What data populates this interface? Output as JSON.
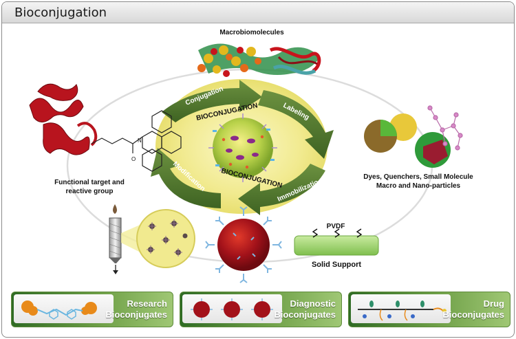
{
  "title": "Bioconjugation",
  "labels": {
    "macrobiomolecules": "Macrobiomolecules",
    "functional_target_1": "Functional target and",
    "functional_target_2": "reactive group",
    "dyes_1": "Dyes, Quenchers, Small Molecule",
    "dyes_2": "Macro and Nano-particles",
    "pvdf": "PVDF",
    "solid_support": "Solid Support"
  },
  "cycle": {
    "conjugation": "Conjugation",
    "labeling": "Labeling",
    "immobilization": "Immobilizatio",
    "modification": "Modification",
    "center_top": "BIOCONJUGATION",
    "center_bottom": "BIOCONJUGATION"
  },
  "bottom": [
    {
      "line1": "Research",
      "line2": "Bioconjugates"
    },
    {
      "line1": "Diagnostic",
      "line2": "Bioconjugates"
    },
    {
      "line1": "Drug",
      "line2": "Bioconjugates"
    }
  ],
  "colors": {
    "green_dark": "#2f6b24",
    "green_light": "#9fc774",
    "protein_red": "#b8141e",
    "glow_yellow": "#f4ee9a"
  }
}
